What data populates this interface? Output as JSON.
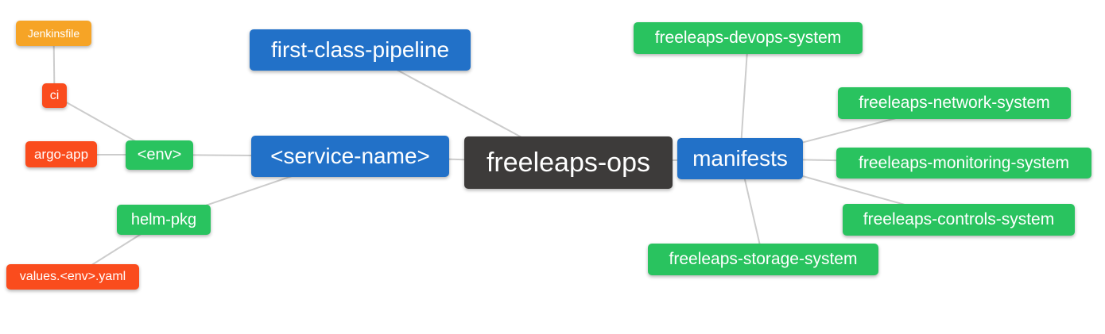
{
  "palette": {
    "blue": "#2271c8",
    "green": "#29c35f",
    "orange": "#f6a426",
    "red": "#fa4c1d",
    "dark": "#3d3b3a",
    "edge": "#cccccc",
    "text": "#ffffff"
  },
  "diagram": {
    "nodes": {
      "jenkinsfile": {
        "label": "Jenkinsfile",
        "color": "orange"
      },
      "ci": {
        "label": "ci",
        "color": "red"
      },
      "argo_app": {
        "label": "argo-app",
        "color": "red"
      },
      "env": {
        "label": "<env>",
        "color": "green"
      },
      "service_name": {
        "label": "<service-name>",
        "color": "blue"
      },
      "first_class_pipeline": {
        "label": "first-class-pipeline",
        "color": "blue"
      },
      "freeleaps_ops": {
        "label": "freeleaps-ops",
        "color": "dark"
      },
      "manifests": {
        "label": "manifests",
        "color": "blue"
      },
      "devops_system": {
        "label": "freeleaps-devops-system",
        "color": "green"
      },
      "network_system": {
        "label": "freeleaps-network-system",
        "color": "green"
      },
      "monitoring_system": {
        "label": "freeleaps-monitoring-system",
        "color": "green"
      },
      "controls_system": {
        "label": "freeleaps-controls-system",
        "color": "green"
      },
      "storage_system": {
        "label": "freeleaps-storage-system",
        "color": "green"
      },
      "helm_pkg": {
        "label": "helm-pkg",
        "color": "green"
      },
      "values_env_yaml": {
        "label": "values.<env>.yaml",
        "color": "red"
      }
    },
    "edges": [
      {
        "from": "jenkinsfile",
        "to": "ci"
      },
      {
        "from": "ci",
        "to": "env"
      },
      {
        "from": "argo_app",
        "to": "env"
      },
      {
        "from": "env",
        "to": "service_name"
      },
      {
        "from": "service_name",
        "to": "freeleaps_ops"
      },
      {
        "from": "first_class_pipeline",
        "to": "freeleaps_ops"
      },
      {
        "from": "service_name",
        "to": "helm_pkg"
      },
      {
        "from": "helm_pkg",
        "to": "values_env_yaml"
      },
      {
        "from": "freeleaps_ops",
        "to": "manifests"
      },
      {
        "from": "manifests",
        "to": "devops_system"
      },
      {
        "from": "manifests",
        "to": "network_system"
      },
      {
        "from": "manifests",
        "to": "monitoring_system"
      },
      {
        "from": "manifests",
        "to": "controls_system"
      },
      {
        "from": "manifests",
        "to": "storage_system"
      }
    ]
  }
}
